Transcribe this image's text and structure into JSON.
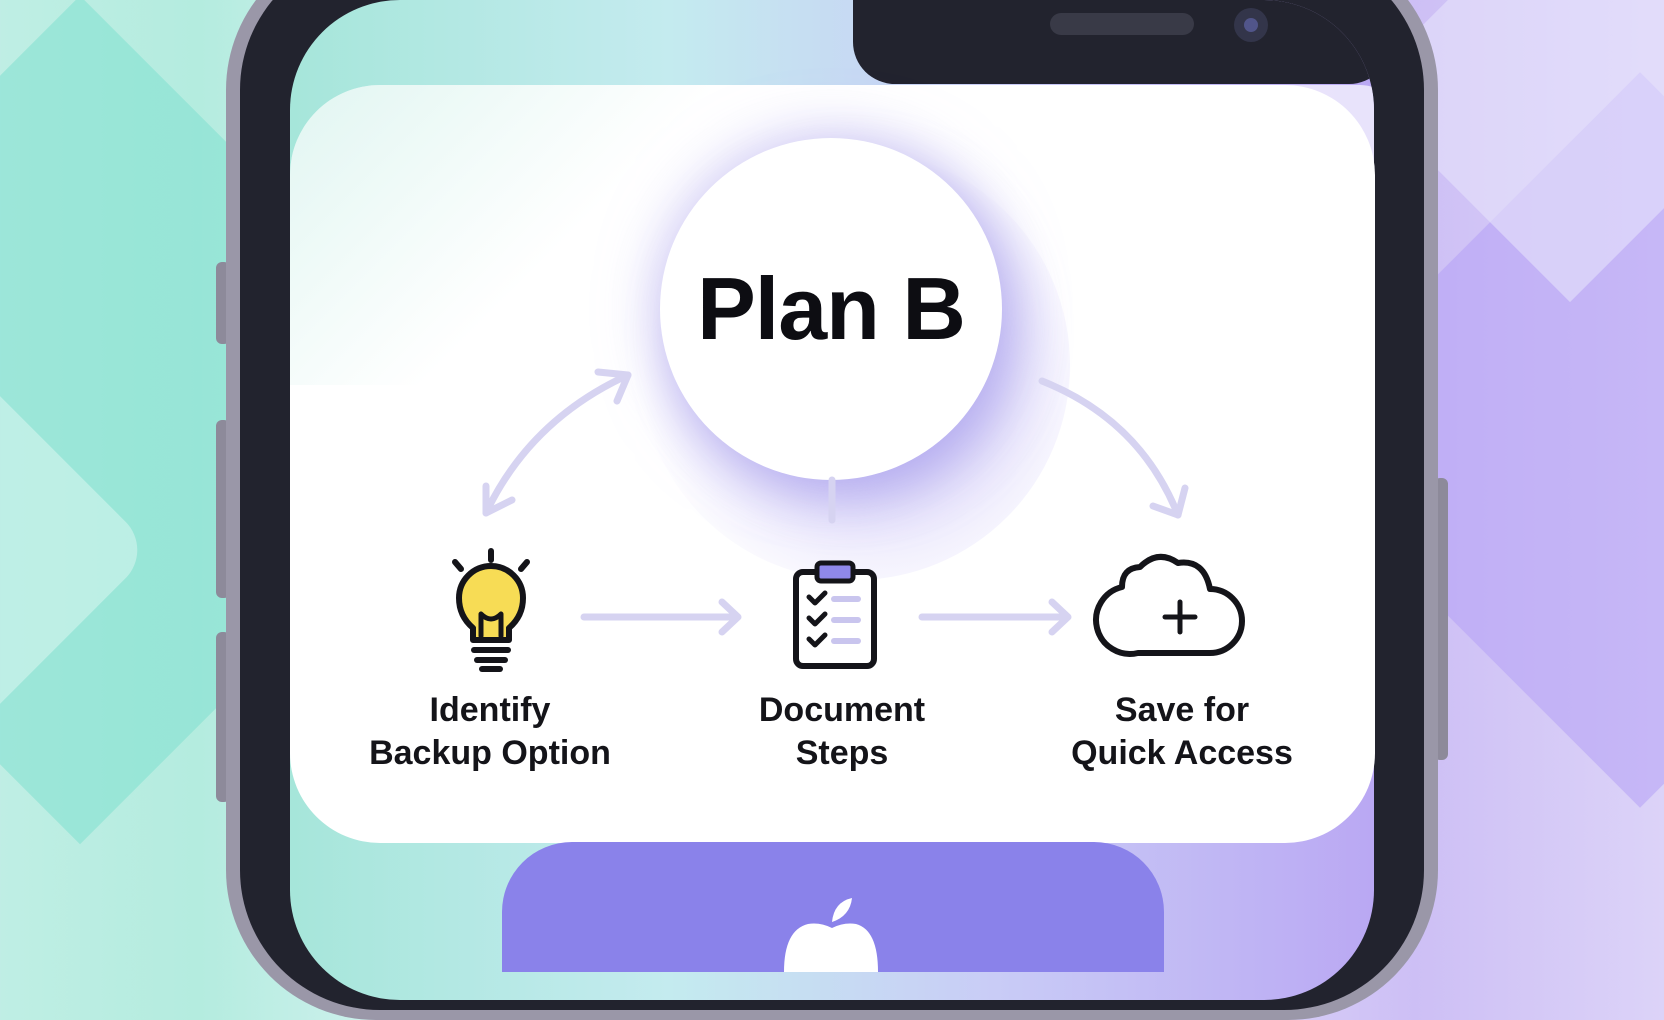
{
  "diagram": {
    "title": "Plan B",
    "steps": [
      {
        "label": "Identify\nBackup Option",
        "icon": "lightbulb-icon"
      },
      {
        "label": "Document\nSteps",
        "icon": "clipboard-checklist-icon"
      },
      {
        "label": "Save for\nQuick Access",
        "icon": "cloud-plus-icon"
      }
    ],
    "flow": [
      "Identify Backup Option -> Document Steps",
      "Document Steps -> Save for Quick Access",
      "Plan B <-> Identify Backup Option",
      "Plan B -> Save for Quick Access"
    ]
  },
  "device": {
    "bottom_button_icon": "apple-logo-icon"
  },
  "colors": {
    "accent": "#8a82ea",
    "arrow": "#d6d3f1",
    "bulb": "#f7dc55",
    "clip_tab": "#8f88ea",
    "text": "#141419"
  }
}
